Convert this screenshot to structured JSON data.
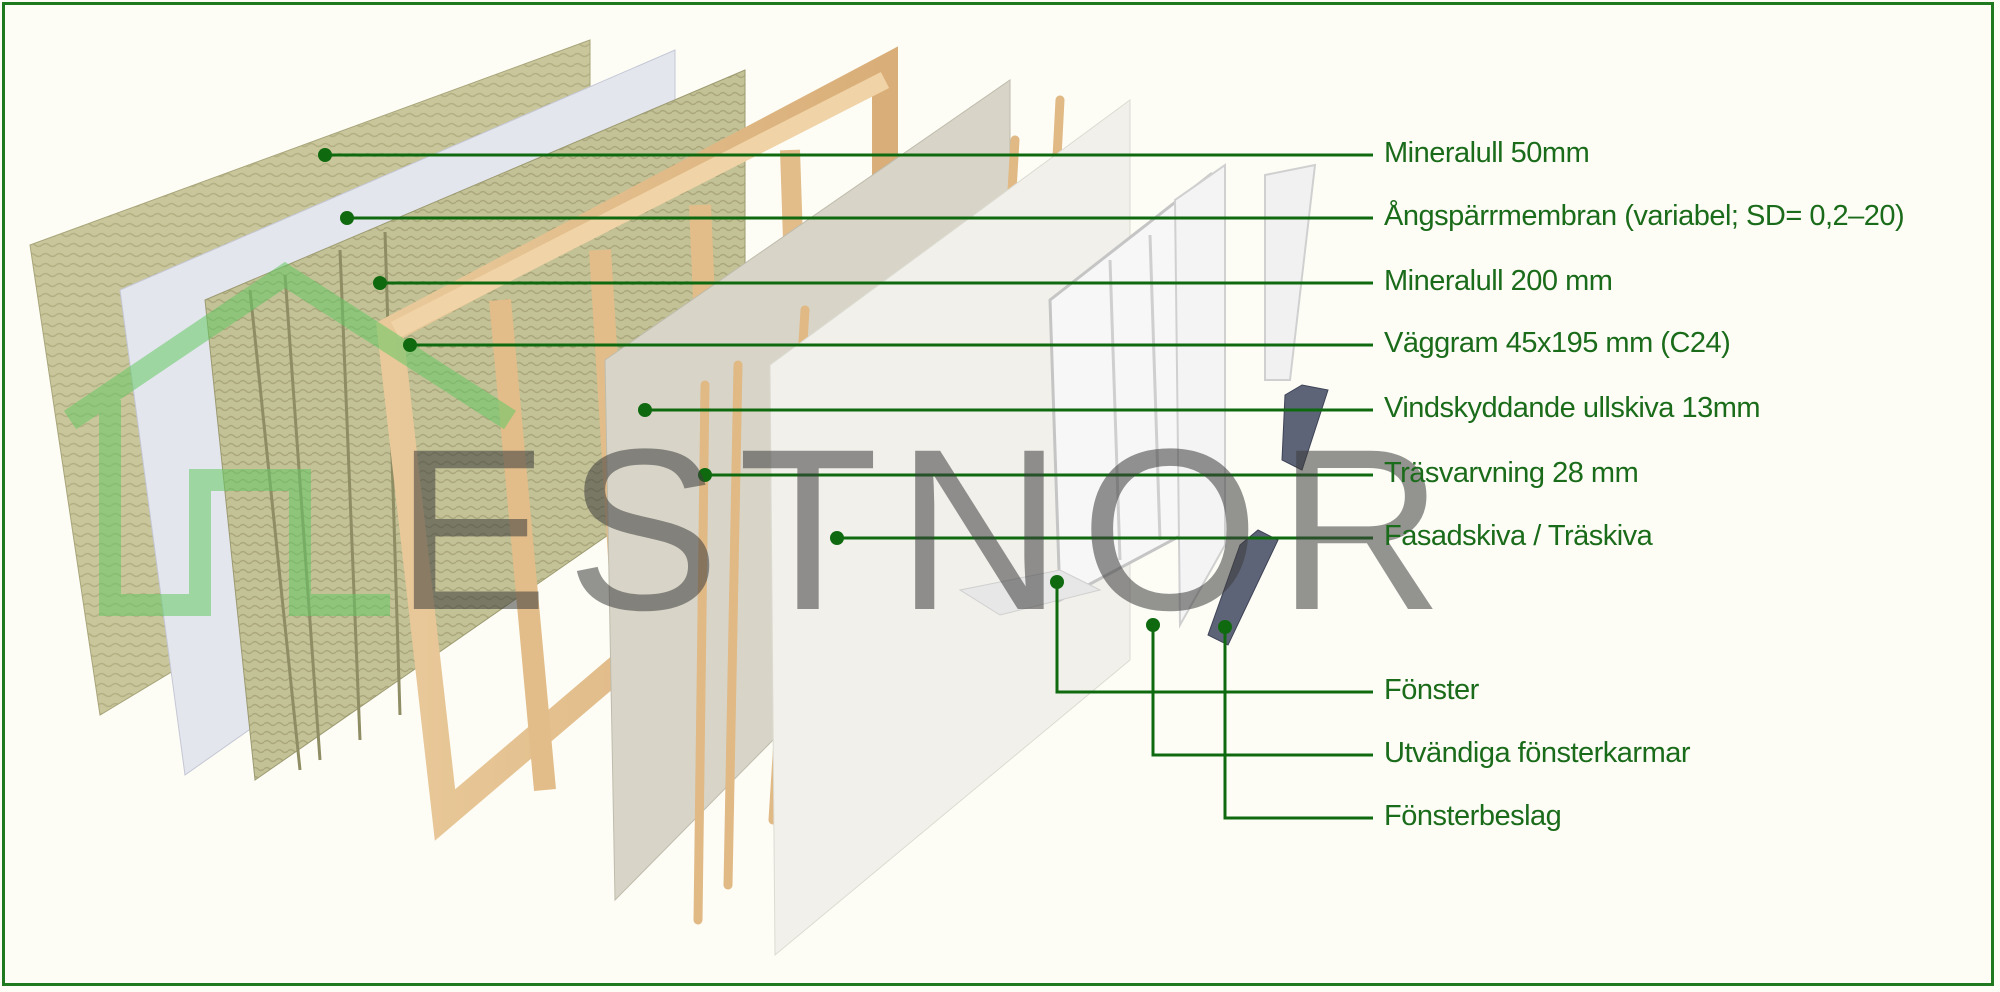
{
  "brand": {
    "watermark": "ESTNOR",
    "accent_color": "#1a6b1a",
    "watermark_icon": "house-outline-icon"
  },
  "labels": [
    {
      "id": "mineralull-50",
      "text": "Mineralull 50mm"
    },
    {
      "id": "angsparr",
      "text": "Ångspärrmembran (variabel; SD= 0,2–20)"
    },
    {
      "id": "mineralull-200",
      "text": "Mineralull 200 mm"
    },
    {
      "id": "vaggram",
      "text": "Väggram 45x195 mm (C24)"
    },
    {
      "id": "vindskydd",
      "text": "Vindskyddande ullskiva 13mm"
    },
    {
      "id": "trasvarvning",
      "text": "Träsvarvning 28 mm"
    },
    {
      "id": "fasadskiva",
      "text": "Fasadskiva / Träskiva"
    },
    {
      "id": "fonster",
      "text": "Fönster"
    },
    {
      "id": "fonsterkarmar",
      "text": "Utvändiga fönsterkarmar"
    },
    {
      "id": "fonsterbeslag",
      "text": "Fönsterbeslag"
    }
  ]
}
